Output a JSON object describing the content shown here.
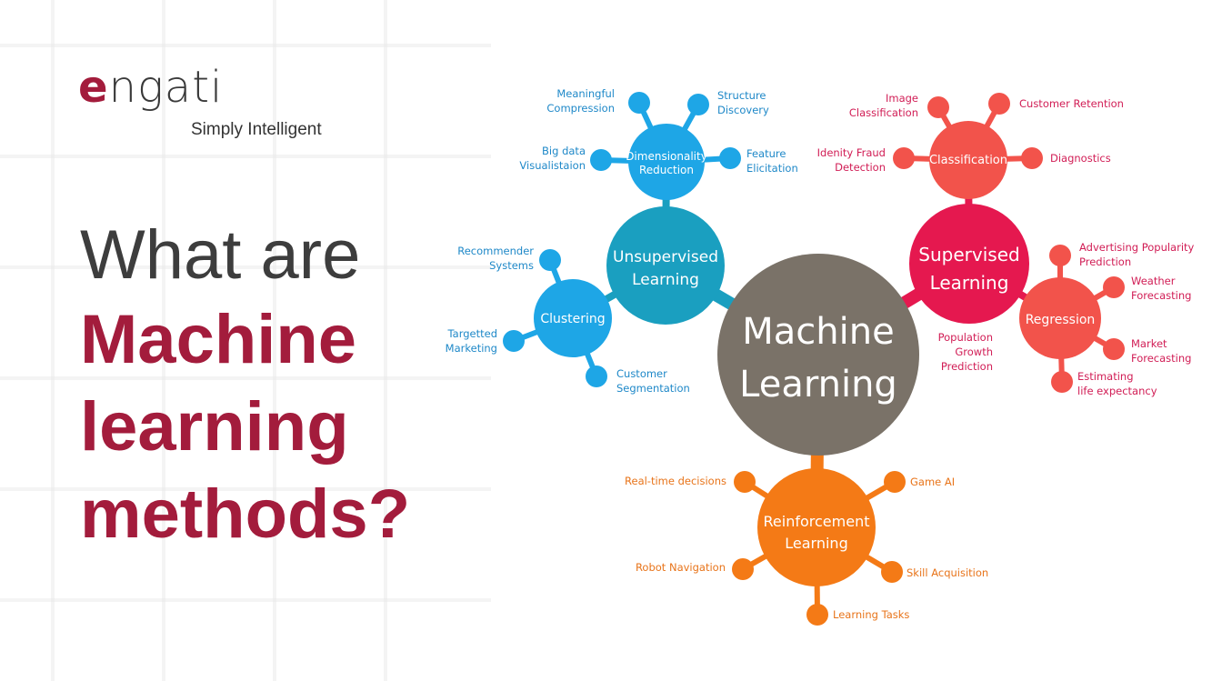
{
  "logo": {
    "wordmark_e": "e",
    "wordmark_rest": "ngati",
    "tagline": "Simply Intelligent"
  },
  "headline": {
    "line1": "What are",
    "line2": "Machine",
    "line3": "learning",
    "line4": "methods?"
  },
  "colors": {
    "center": "#7a7268",
    "unsupervised": "#1a9fc0",
    "subblue": "#1ea6e6",
    "supervised": "#e5184f",
    "subred": "#f2534b",
    "reinforcement": "#f47a16",
    "brand": "#a31c3c"
  },
  "diagram": {
    "center": {
      "line1": "Machine",
      "line2": "Learning"
    },
    "unsupervised": {
      "line1": "Unsupervised",
      "line2": "Learning"
    },
    "dimensionality": {
      "line1": "Dimensionality",
      "line2": "Reduction",
      "leaves": [
        {
          "line1": "Meaningful",
          "line2": "Compression"
        },
        {
          "line1": "Structure",
          "line2": "Discovery"
        },
        {
          "line1": "Big data",
          "line2": "Visualistaion"
        },
        {
          "line1": "Feature",
          "line2": "Elicitation"
        }
      ]
    },
    "clustering": {
      "label": "Clustering",
      "leaves": [
        {
          "line1": "Recommender",
          "line2": "Systems"
        },
        {
          "line1": "Targetted",
          "line2": "Marketing"
        },
        {
          "line1": "Customer",
          "line2": "Segmentation"
        }
      ]
    },
    "supervised": {
      "line1": "Supervised",
      "line2": "Learning"
    },
    "classification": {
      "label": "Classification",
      "leaves": [
        {
          "line1": "Image",
          "line2": "Classification"
        },
        {
          "line1": "Customer Retention",
          "line2": ""
        },
        {
          "line1": "Idenity Fraud",
          "line2": "Detection"
        },
        {
          "line1": "Diagnostics",
          "line2": ""
        }
      ]
    },
    "regression": {
      "label": "Regression",
      "leaves": [
        {
          "line1": "Advertising Popularity",
          "line2": "Prediction"
        },
        {
          "line1": "Weather",
          "line2": "Forecasting"
        },
        {
          "line1": "Market",
          "line2": "Forecasting"
        },
        {
          "line1": "Estimating",
          "line2": "life expectancy"
        },
        {
          "line1": "Population",
          "line2": "Growth",
          "line3": "Prediction"
        }
      ]
    },
    "reinforcement": {
      "line1": "Reinforcement",
      "line2": "Learning",
      "leaves": [
        {
          "line1": "Real-time decisions"
        },
        {
          "line1": "Game AI"
        },
        {
          "line1": "Robot Navigation"
        },
        {
          "line1": "Skill Acquisition"
        },
        {
          "line1": "Learning Tasks"
        }
      ]
    }
  }
}
